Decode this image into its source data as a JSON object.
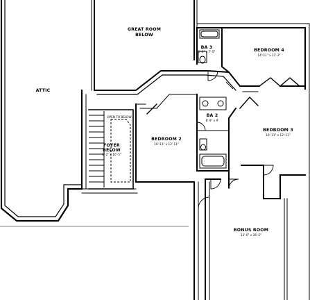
{
  "plan": {
    "rooms": [
      {
        "id": "great-room",
        "name": "GREAT ROOM",
        "sub": "BELOW",
        "dims": ""
      },
      {
        "id": "attic",
        "name": "ATTIC",
        "sub": "",
        "dims": ""
      },
      {
        "id": "ba3",
        "name": "BA 3",
        "sub": "",
        "dims": "5'-0\" x 7'-5\""
      },
      {
        "id": "bedroom4",
        "name": "BEDROOM 4",
        "sub": "",
        "dims": "14'-11\" x 11'-3\""
      },
      {
        "id": "ba2",
        "name": "BA 2",
        "sub": "",
        "dims": "8'-9\" x 9'"
      },
      {
        "id": "bedroom2",
        "name": "BEDROOM 2",
        "sub": "",
        "dims": "10'-11\" x 12'-11\""
      },
      {
        "id": "bedroom3",
        "name": "BEDROOM 3",
        "sub": "",
        "dims": "10'-11\" x 12'-11\""
      },
      {
        "id": "foyer",
        "name": "FOYER",
        "sub": "BELOW",
        "dims": "6'-2\" x 10'-5\""
      },
      {
        "id": "bonus-room",
        "name": "BONUS ROOM",
        "sub": "",
        "dims": "13'-6\" x 26'-5\""
      }
    ],
    "notes": {
      "foyer_top": "OPEN TO BELOW"
    }
  }
}
